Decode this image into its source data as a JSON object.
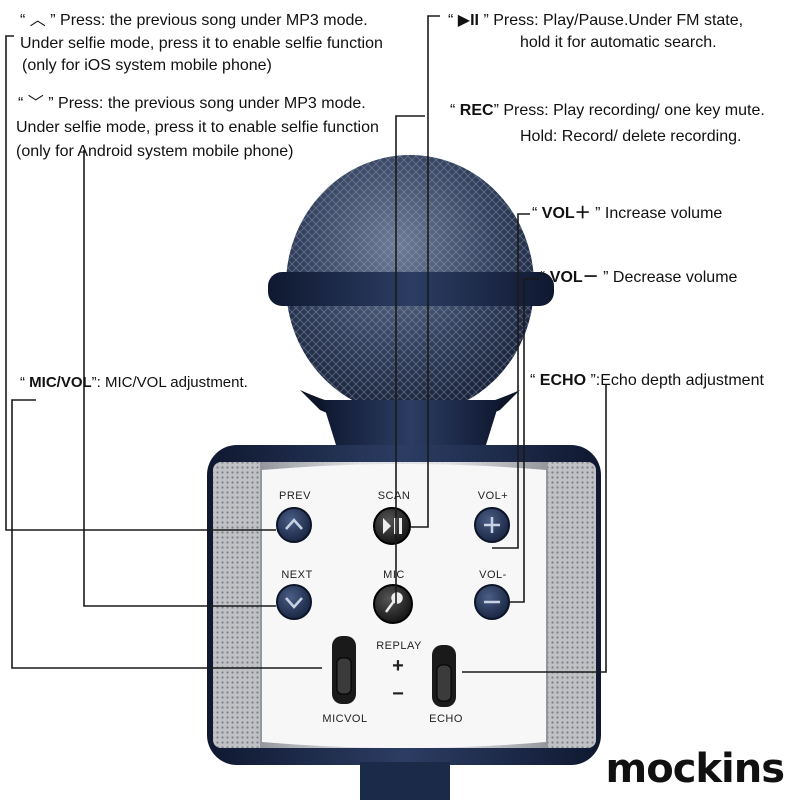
{
  "annotations": {
    "prev": {
      "symbol": "︿",
      "line1": "” Press: the previous song under MP3 mode.",
      "line2": "Under selfie mode, press it to enable selfie function",
      "line3": "(only for iOS system mobile phone)"
    },
    "next": {
      "symbol": "﹀",
      "line1": "” Press: the previous song under MP3 mode.",
      "line2": "Under selfie mode, press it to enable selfie function",
      "line3": "(only for Android system mobile phone)"
    },
    "play": {
      "symbol": "▶II",
      "line1": "” Press: Play/Pause.Under FM state,",
      "line2": "hold it for automatic search."
    },
    "rec": {
      "key": "REC",
      "line1": "” Press: Play recording/ one key mute.",
      "line2": "Hold: Record/ delete recording."
    },
    "vol_plus": {
      "key": "VOL＋",
      "text": "” Increase volume"
    },
    "vol_minus": {
      "key": "VOL－",
      "text": "” Decrease volume"
    },
    "micvol": {
      "key": "MIC/VOL",
      "text": "”: MIC/VOL  adjustment."
    },
    "echo": {
      "key": "ECHO",
      "text": "”:Echo depth adjustment"
    }
  },
  "panel_labels": {
    "prev": "PREV",
    "scan": "SCAN",
    "vol_plus": "VOL+",
    "next": "NEXT",
    "mic": "MIC",
    "vol_minus": "VOL-",
    "replay": "REPLAY",
    "plus": "+",
    "minus": "−",
    "micvol": "MICVOL",
    "echo": "ECHO"
  },
  "brand": {
    "logo": "mockins"
  },
  "colors": {
    "body_navy": "#1c2a4a",
    "button_navy": "#24365a",
    "silver": "#c9cbcf",
    "panel_white": "#f7f7f7",
    "leader_line": "#1a1a1a"
  },
  "icons": [
    "up-arrow-icon",
    "down-arrow-icon",
    "play-pause-icon",
    "plus-icon",
    "minus-icon",
    "mic-icon"
  ]
}
